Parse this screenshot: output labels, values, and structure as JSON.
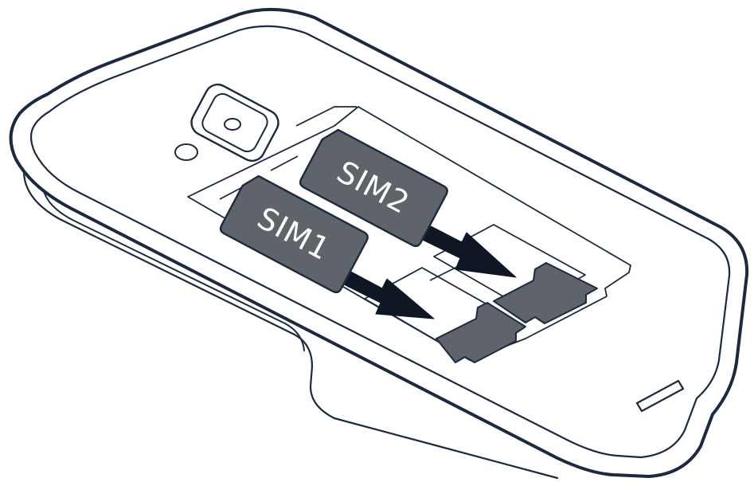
{
  "colors": {
    "outline": "#1c2a3f",
    "background": "#ffffff",
    "sim_fill": "#5f646b",
    "sim_text": "#ffffff",
    "arrow": "#0f1724"
  },
  "sims": [
    {
      "label": "SIM1",
      "slot": "slot-1"
    },
    {
      "label": "SIM2",
      "slot": "slot-2"
    }
  ],
  "icons": {
    "camera": "camera-lens-icon",
    "flash": "flash-icon",
    "arrow": "insert-arrow-icon"
  }
}
